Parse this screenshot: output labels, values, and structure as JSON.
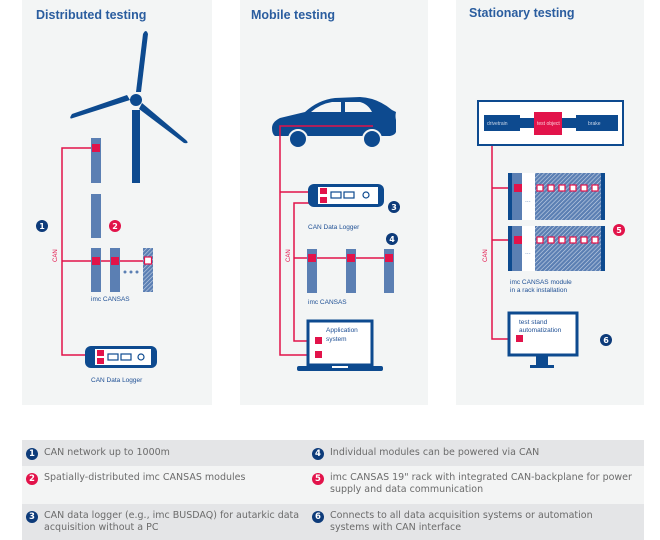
{
  "colors": {
    "navy": "#0d4a8f",
    "can_red": "#e2134a",
    "panel_bg": "#f3f5f5",
    "title_blue": "#2a5d9f"
  },
  "panels": [
    {
      "title": "Distributed testing",
      "can_label": "CAN",
      "badges": [
        "1",
        "2"
      ],
      "labels": {
        "modules": "imc CANSAS",
        "logger": "CAN Data Logger"
      }
    },
    {
      "title": "Mobile testing",
      "can_label": "CAN",
      "badges": [
        "3",
        "4"
      ],
      "labels": {
        "logger": "CAN Data Logger",
        "modules": "imc CANSAS",
        "app_line1": "Application",
        "app_line2": "system"
      }
    },
    {
      "title": "Stationary testing",
      "can_label": "CAN",
      "badges": [
        "5",
        "6"
      ],
      "labels": {
        "drivetrain": "drivetrain",
        "test_object": "test object",
        "brake": "brake",
        "rack_line1": "imc CANSAS module",
        "rack_line2": "in a rack installation",
        "stand_line1": "test stand",
        "stand_line2": "automatization"
      }
    }
  ],
  "legend": [
    {
      "num": "1",
      "color": "blue",
      "text": "CAN network up to 1000m"
    },
    {
      "num": "2",
      "color": "red",
      "text": "Spatially-distributed imc CANSAS modules"
    },
    {
      "num": "3",
      "color": "blue",
      "text": "CAN data logger (e.g., imc BUSDAQ) for autarkic data acquisition without a PC"
    },
    {
      "num": "4",
      "color": "blue",
      "text": "Individual modules can be powered via CAN"
    },
    {
      "num": "5",
      "color": "red",
      "text": "imc CANSAS 19\" rack with integrated CAN-backplane for power supply and data communication"
    },
    {
      "num": "6",
      "color": "blue",
      "text": "Connects to all data acquisition systems or automation systems with CAN interface"
    }
  ]
}
